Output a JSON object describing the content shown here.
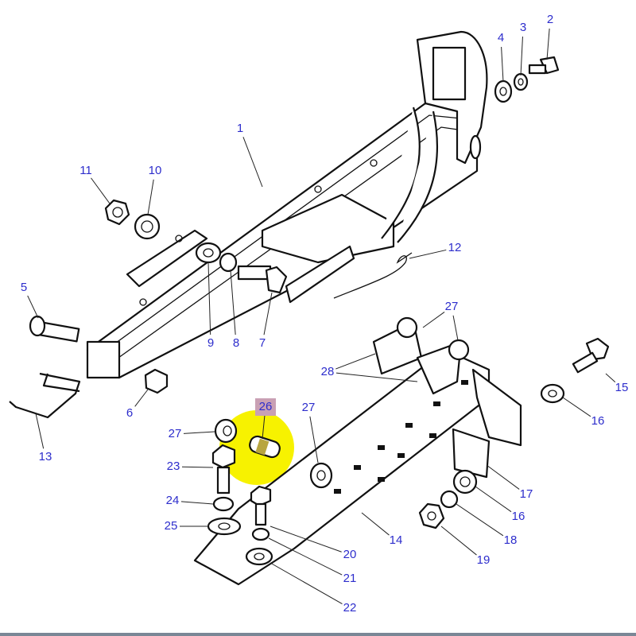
{
  "diagram": {
    "callouts": [
      "1",
      "2",
      "3",
      "4",
      "5",
      "6",
      "7",
      "8",
      "9",
      "10",
      "11",
      "12",
      "13",
      "14",
      "15",
      "16",
      "16",
      "17",
      "18",
      "19",
      "20",
      "21",
      "22",
      "23",
      "24",
      "25",
      "26",
      "27",
      "27",
      "27",
      "28"
    ],
    "highlighted_callout": "26",
    "colors": {
      "label": "#2d2dcc",
      "highlight": "#f7f200",
      "highlight_label_bg": "#c9a0b4",
      "line_art": "#111111"
    }
  }
}
